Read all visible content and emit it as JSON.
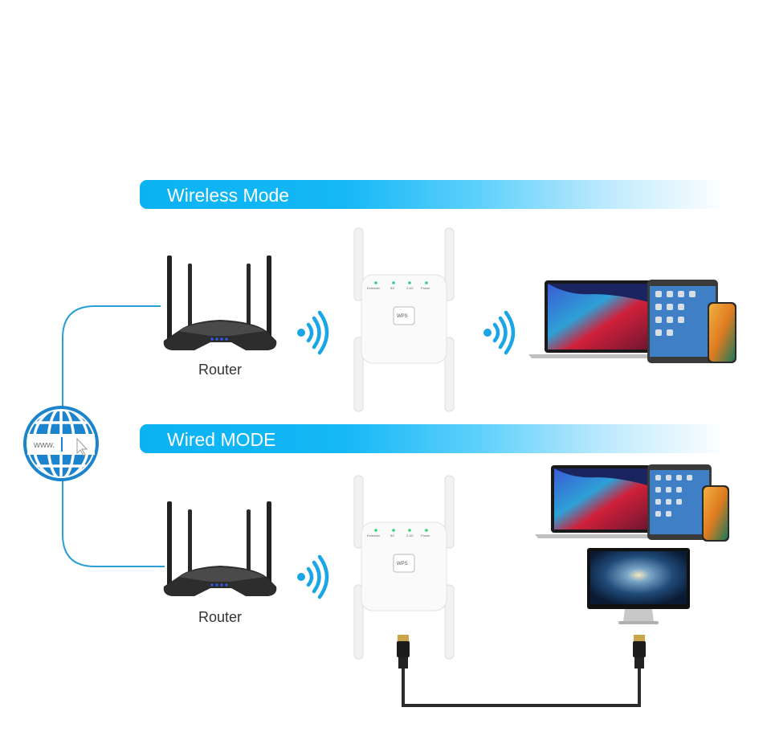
{
  "sections": [
    {
      "title": "Wireless Mode",
      "router_label": "Router",
      "extender": {
        "led_labels": [
          "Extender",
          "5G",
          "2.4G",
          "Power"
        ],
        "button_label": "WPS"
      },
      "client_devices": [
        "laptop",
        "tablet",
        "smartphone"
      ]
    },
    {
      "title": "Wired MODE",
      "router_label": "Router",
      "extender": {
        "led_labels": [
          "Extender",
          "5G",
          "2.4G",
          "Power"
        ],
        "button_label": "WPS"
      },
      "client_devices": [
        "laptop",
        "tablet",
        "smartphone",
        "desktop-monitor"
      ],
      "cable": "ethernet"
    }
  ],
  "globe": {
    "address_text": "www."
  },
  "colors": {
    "banner_blue": "#0bb2f2",
    "line_blue": "#2a9fd6",
    "globe_blue": "#1b84cc",
    "wifi_blue": "#1aa6e6",
    "led_green": "#35d07f",
    "router_led_blue": "#2f5bff"
  }
}
